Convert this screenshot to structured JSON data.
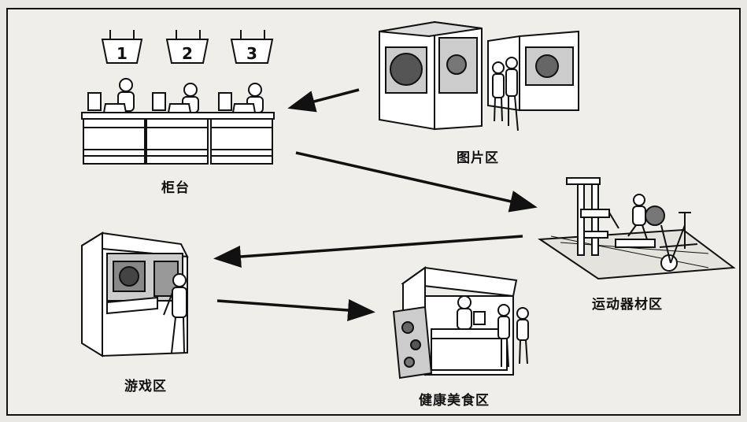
{
  "zones": {
    "counter": {
      "label": "柜台",
      "window_numbers": [
        "1",
        "2",
        "3"
      ]
    },
    "picture": {
      "label": "图片区"
    },
    "fitness": {
      "label": "运动器材区"
    },
    "game": {
      "label": "游戏区"
    },
    "food": {
      "label": "健康美食区"
    }
  },
  "flow": [
    "picture",
    "counter",
    "fitness",
    "game",
    "food"
  ],
  "colors": {
    "background": "#e9e8e4",
    "ink": "#111111",
    "border": "#111111"
  }
}
